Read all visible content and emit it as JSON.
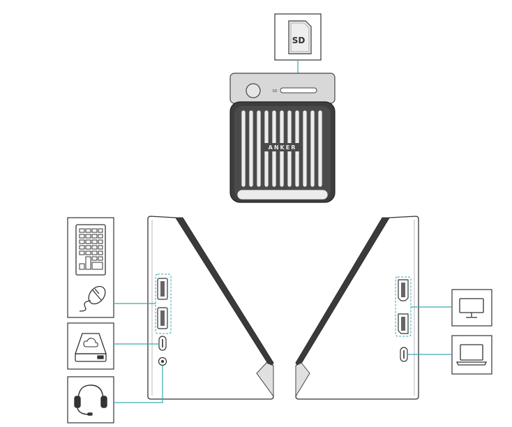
{
  "sd_card_label": "SD",
  "slot_label": "SD",
  "brand_text": "ANKER",
  "colors": {
    "connector_line": "#3aa6b9",
    "device_dark": "#3a3a3a",
    "device_light": "#ececec",
    "device_mid": "#d6d6d6",
    "icon_stroke": "#333333",
    "box_border": "#333333"
  },
  "peripherals": {
    "left": [
      "keyboard-icon",
      "mouse-icon",
      "external-drive-icon",
      "headset-icon"
    ],
    "right": [
      "monitor-icon",
      "laptop-icon"
    ]
  }
}
